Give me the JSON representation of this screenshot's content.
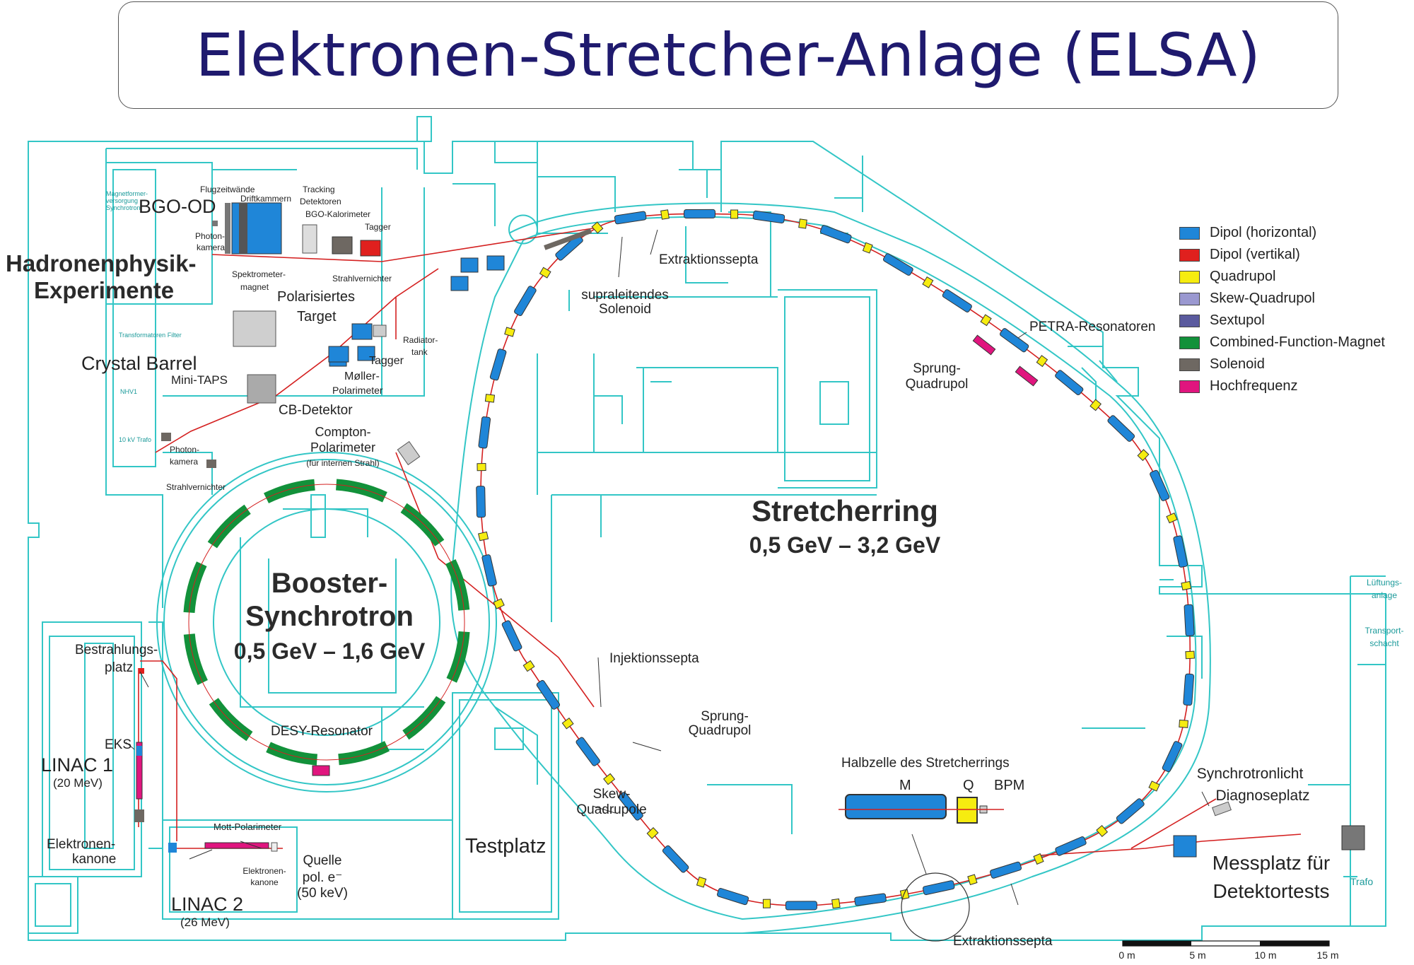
{
  "title": "Elektronen-Stretcher-Anlage (ELSA)",
  "colors": {
    "building": "#33c6c6",
    "beamline": "#d42020",
    "dipol_horizontal": "#1f86d8",
    "dipol_vertikal": "#e0201e",
    "quadrupol": "#f6ec10",
    "skew_quadrupol": "#9a98d0",
    "sextupol": "#5a5a9e",
    "combined_function_magnet": "#12913a",
    "solenoid": "#6e6862",
    "hochfrequenz": "#e0157e"
  },
  "legend": [
    {
      "label": "Dipol (horizontal)",
      "color": "#1f86d8"
    },
    {
      "label": "Dipol (vertikal)",
      "color": "#e0201e"
    },
    {
      "label": "Quadrupol",
      "color": "#f6ec10"
    },
    {
      "label": "Skew-Quadrupol",
      "color": "#9a98d0"
    },
    {
      "label": "Sextupol",
      "color": "#5a5a9e"
    },
    {
      "label": "Combined-Function-Magnet",
      "color": "#12913a"
    },
    {
      "label": "Solenoid",
      "color": "#6e6862"
    },
    {
      "label": "Hochfrequenz",
      "color": "#e0157e"
    }
  ],
  "experiments": {
    "hadron_line1": "Hadronenphysik-",
    "hadron_line2": "Experimente",
    "bgo_od": "BGO-OD",
    "crystal_barrel": "Crystal Barrel",
    "flugzeitwaende": "Flugzeitwände",
    "driftkammern": "Driftkammern",
    "tracking": "Tracking",
    "detektoren": "Detektoren",
    "bgo_kalorimeter": "BGO-Kalorimeter",
    "tagger_top": "Tagger",
    "photon": "Photon-",
    "kamera": "kamera",
    "spektrometer": "Spektrometer-",
    "magnet": "magnet",
    "strahlvernichter_top": "Strahlvernichter",
    "polarisiertes": "Polarisiertes",
    "target": "Target",
    "radiator": "Radiator-",
    "tank": "tank",
    "tagger": "Tagger",
    "moeller": "Møller-",
    "polarimeter": "Polarimeter",
    "mini_taps": "Mini-TAPS",
    "cb_detektor": "CB-Detektor",
    "photon2": "Photon-",
    "kamera2": "kamera",
    "strahlvernichter": "Strahlvernichter",
    "compton1": "Compton-",
    "compton2": "Polarimeter",
    "compton3": "(für internen Strahl)"
  },
  "building_labels": {
    "magnetformer": "Magnetformer-versorgung Synchrotron",
    "transformatoren": "Transformatoren Filter",
    "nhv": "NHV1",
    "trafo10kv": "10 kV Trafo",
    "lueftung1": "Lüftungs-",
    "lueftung2": "anlage",
    "transport1": "Transport-",
    "transport2": "schacht",
    "trafo": "Trafo"
  },
  "stretcher": {
    "name": "Stretcherring",
    "energy": "0,5 GeV – 3,2 GeV",
    "extraktionsseptaTop": "Extraktionsseptа",
    "supra1": "supraleitendes",
    "supra2": "Solenoid",
    "petra": "PETRA-Resonatoren",
    "sprung_top1": "Sprung-",
    "sprung_top2": "Quadrupol",
    "injektion": "Injektionssepta",
    "sprung_bot1": "Sprung-",
    "sprung_bot2": "Quadrupol",
    "skew1": "Skew-",
    "skew2": "Quadrupole",
    "extraktionsseptaBottom": "Extraktionssepta",
    "halbzelle": "Halbzelle des Stretcherrings",
    "m": "M",
    "q": "Q",
    "bpm": "BPM",
    "synchro1": "Synchrotronlicht",
    "synchro2": "Diagnoseplatz",
    "mess1": "Messplatz für",
    "mess2": "Detektortests"
  },
  "booster": {
    "name1": "Booster-",
    "name2": "Synchrotron",
    "energy": "0,5 GeV – 1,6 GeV",
    "desy": "DESY-Resonator"
  },
  "linac": {
    "bestrahlung1": "Bestrahlungs-",
    "bestrahlung2": "platz",
    "eks": "EKS",
    "linac1": "LINAC 1",
    "linac1_energy": "(20 MeV)",
    "kanone1": "Elektronen-",
    "kanone2": "kanone",
    "mott": "Mott-Polarimeter",
    "quelle1": "Quelle",
    "quelle2": "pol. e⁻",
    "quelle3": "(50 keV)",
    "ek_small1": "Elektronen-",
    "ek_small2": "kanone",
    "linac2": "LINAC 2",
    "linac2_energy": "(26 MeV)",
    "testplatz": "Testplatz"
  },
  "scale_bar": {
    "ticks": [
      "0 m",
      "5 m",
      "10 m",
      "15 m"
    ]
  }
}
